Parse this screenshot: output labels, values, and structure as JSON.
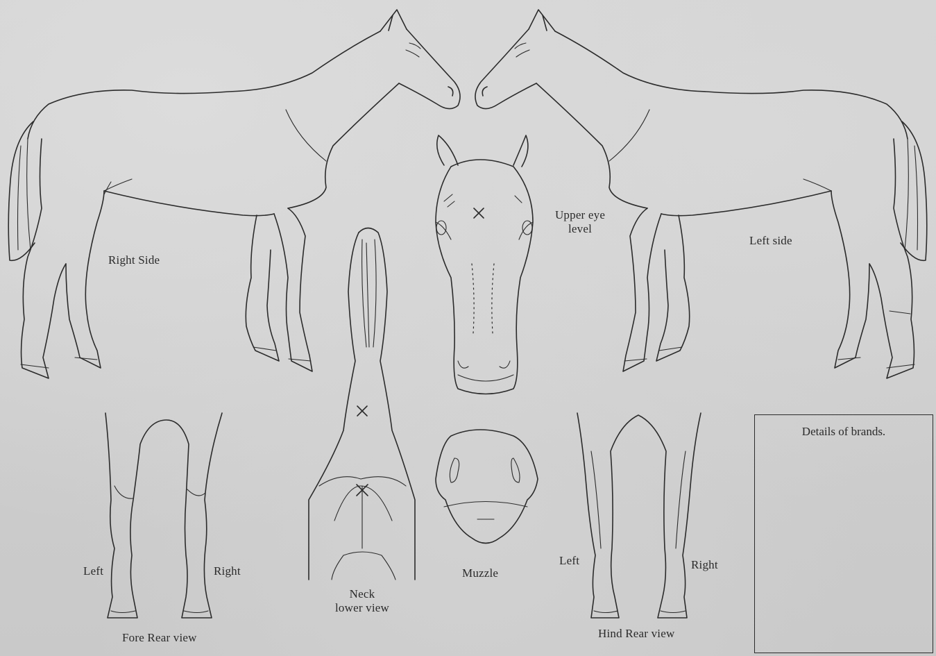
{
  "labels": {
    "right_side": "Right Side",
    "left_side": "Left side",
    "upper_eye_level_line1": "Upper eye",
    "upper_eye_level_line2": "level",
    "fore_left": "Left",
    "fore_right": "Right",
    "fore_rear_view": "Fore Rear view",
    "neck_line1": "Neck",
    "neck_line2": "lower view",
    "muzzle": "Muzzle",
    "hind_left": "Left",
    "hind_right": "Right",
    "hind_rear_view": "Hind Rear view",
    "details_of_brands": "Details of brands."
  },
  "colors": {
    "paper": "#cfcfcf",
    "ink": "#2b2b2b"
  }
}
